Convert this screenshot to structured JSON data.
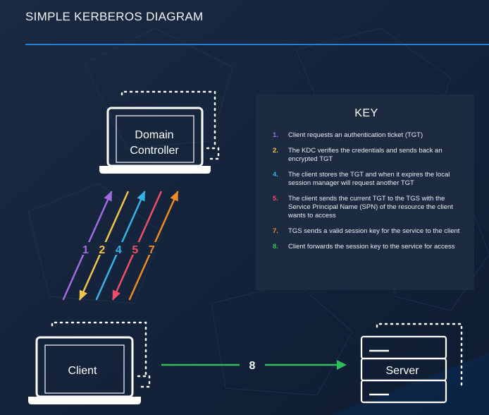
{
  "header": {
    "title": "SIMPLE KERBEROS DIAGRAM"
  },
  "nodes": {
    "domain_controller": {
      "line1": "Domain",
      "line2": "Controller"
    },
    "client": {
      "label": "Client"
    },
    "server": {
      "label": "Server"
    }
  },
  "arrows": [
    {
      "label": "1",
      "color": "#a26be0"
    },
    {
      "label": "2",
      "color": "#f3c64a"
    },
    {
      "label": "4",
      "color": "#34b4e6"
    },
    {
      "label": "5",
      "color": "#ef4f6b"
    },
    {
      "label": "7",
      "color": "#f08a24"
    }
  ],
  "client_server_arrow": {
    "label": "8",
    "color": "#2fbf5a"
  },
  "key": {
    "title": "KEY",
    "items": [
      {
        "num": "1.",
        "color": "#a26be0",
        "text": "Client requests an authentication ticket (TGT)"
      },
      {
        "num": "2.",
        "color": "#f3c64a",
        "text": "The KDC verifies the credentials and sends back an encrypted TGT"
      },
      {
        "num": "4.",
        "color": "#34b4e6",
        "text": "The client stores the TGT and when it expires the local session manager will request another TGT"
      },
      {
        "num": "5.",
        "color": "#ef4f6b",
        "text": "The client sends the current TGT to the TGS with the Service Principal Name (SPN) of the resource the client wants to access"
      },
      {
        "num": "7.",
        "color": "#f08a24",
        "text": "TGS sends a valid session key for the service to the client"
      },
      {
        "num": "8.",
        "color": "#2fbf5a",
        "text": "Client forwards the session key to the service for access"
      }
    ]
  }
}
